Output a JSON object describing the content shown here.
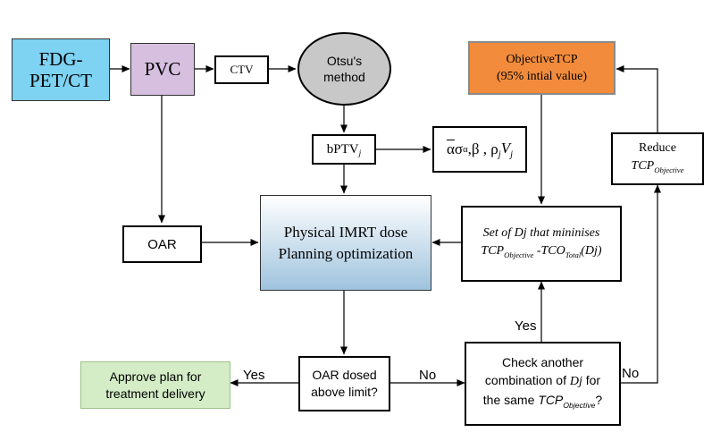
{
  "nodes": {
    "fdg": {
      "line1": "FDG-",
      "line2": "PET/CT",
      "fill": "#7ED2F2"
    },
    "pvc": {
      "label": "PVC",
      "fill": "#D7BFE0"
    },
    "ctv": {
      "label": "CTV"
    },
    "otsu": {
      "line1": "Otsu's",
      "line2": "method",
      "fill": "#C8C8C8"
    },
    "bptv": {
      "label": "bPTV",
      "sub": "j"
    },
    "params": {
      "overline": "α",
      "sigma": "σ",
      "sigma_sub": "α",
      "rest": ",β , ρ",
      "rho_sub": "j",
      "v": "V",
      "v_sub": "j"
    },
    "objective_tcp": {
      "line1": "ObjectiveTCP",
      "line2": "(95% intial value)",
      "fill": "#F28C3C"
    },
    "reduce": {
      "line1": "Reduce",
      "tcp": "TCP",
      "tcp_sub": "Objective"
    },
    "oar": {
      "label": "OAR"
    },
    "imrt": {
      "line1": "Physical IMRT dose",
      "line2": "Planning optimization"
    },
    "setdj": {
      "line1": "Set of Dj that mininises",
      "tcp": "TCP",
      "tcp_sub": "Objective",
      "mid": " -TCO",
      "tco_sub": "Total",
      "end": "(Dj)"
    },
    "oar_dosed": {
      "line1": "OAR dosed",
      "line2": "above limit?"
    },
    "check": {
      "line1": "Check another",
      "line2_a": "combination of ",
      "dj": "Dj",
      "line2_b": " for",
      "line3_a": "the same ",
      "tcp": "TCP",
      "tcp_sub": "Objective",
      "line3_b": "?"
    },
    "approve": {
      "line1": "Approve plan for",
      "line2": "treatment delivery",
      "fill": "#D4EDC6"
    }
  },
  "edge_labels": {
    "yes_approve": "Yes",
    "no_check": "No",
    "yes_set": "Yes",
    "no_reduce": "No"
  },
  "colors": {
    "imrt_top": "#FFFFFF",
    "imrt_bottom": "#9FC3DE"
  }
}
